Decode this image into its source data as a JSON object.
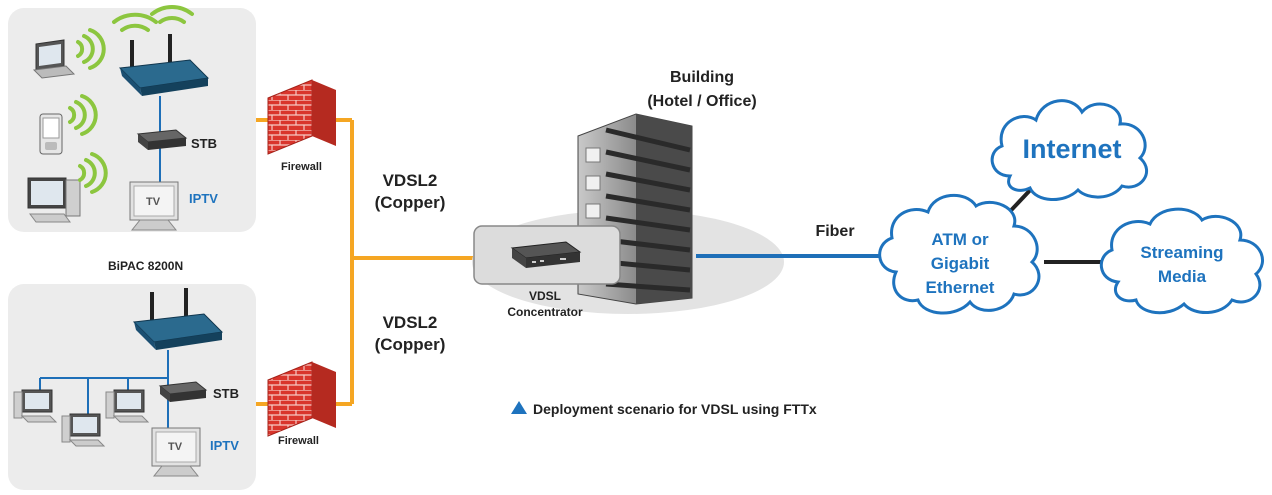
{
  "labels": {
    "stb_top": "STB",
    "iptv_top": "IPTV",
    "tv_top": "TV",
    "firewall_top": "Firewall",
    "product_name": "BiPAC 8200N",
    "stb_bottom": "STB",
    "iptv_bottom": "IPTV",
    "tv_bottom": "TV",
    "firewall_bottom": "Firewall",
    "vdsl2_top_line1": "VDSL2",
    "vdsl2_top_line2": "(Copper)",
    "vdsl2_bottom_line1": "VDSL2",
    "vdsl2_bottom_line2": "(Copper)",
    "building_line1": "Building",
    "building_line2": "(Hotel / Office)",
    "concentrator_line1": "VDSL",
    "concentrator_line2": "Concentrator",
    "fiber": "Fiber",
    "internet": "Internet",
    "atm_line1": "ATM or",
    "atm_line2": "Gigabit",
    "atm_line3": "Ethernet",
    "streaming_line1": "Streaming",
    "streaming_line2": "Media",
    "caption": "Deployment scenario for VDSL using FTTx"
  },
  "colors": {
    "copper": "#f5a623",
    "fiber": "#1e6fb8",
    "cloud_text": "#1e73be",
    "iptv_text": "#1e73be",
    "panel": "#ececec",
    "router": "#1b4f72",
    "connector": "#222222",
    "caption_marker": "#1e73be"
  }
}
